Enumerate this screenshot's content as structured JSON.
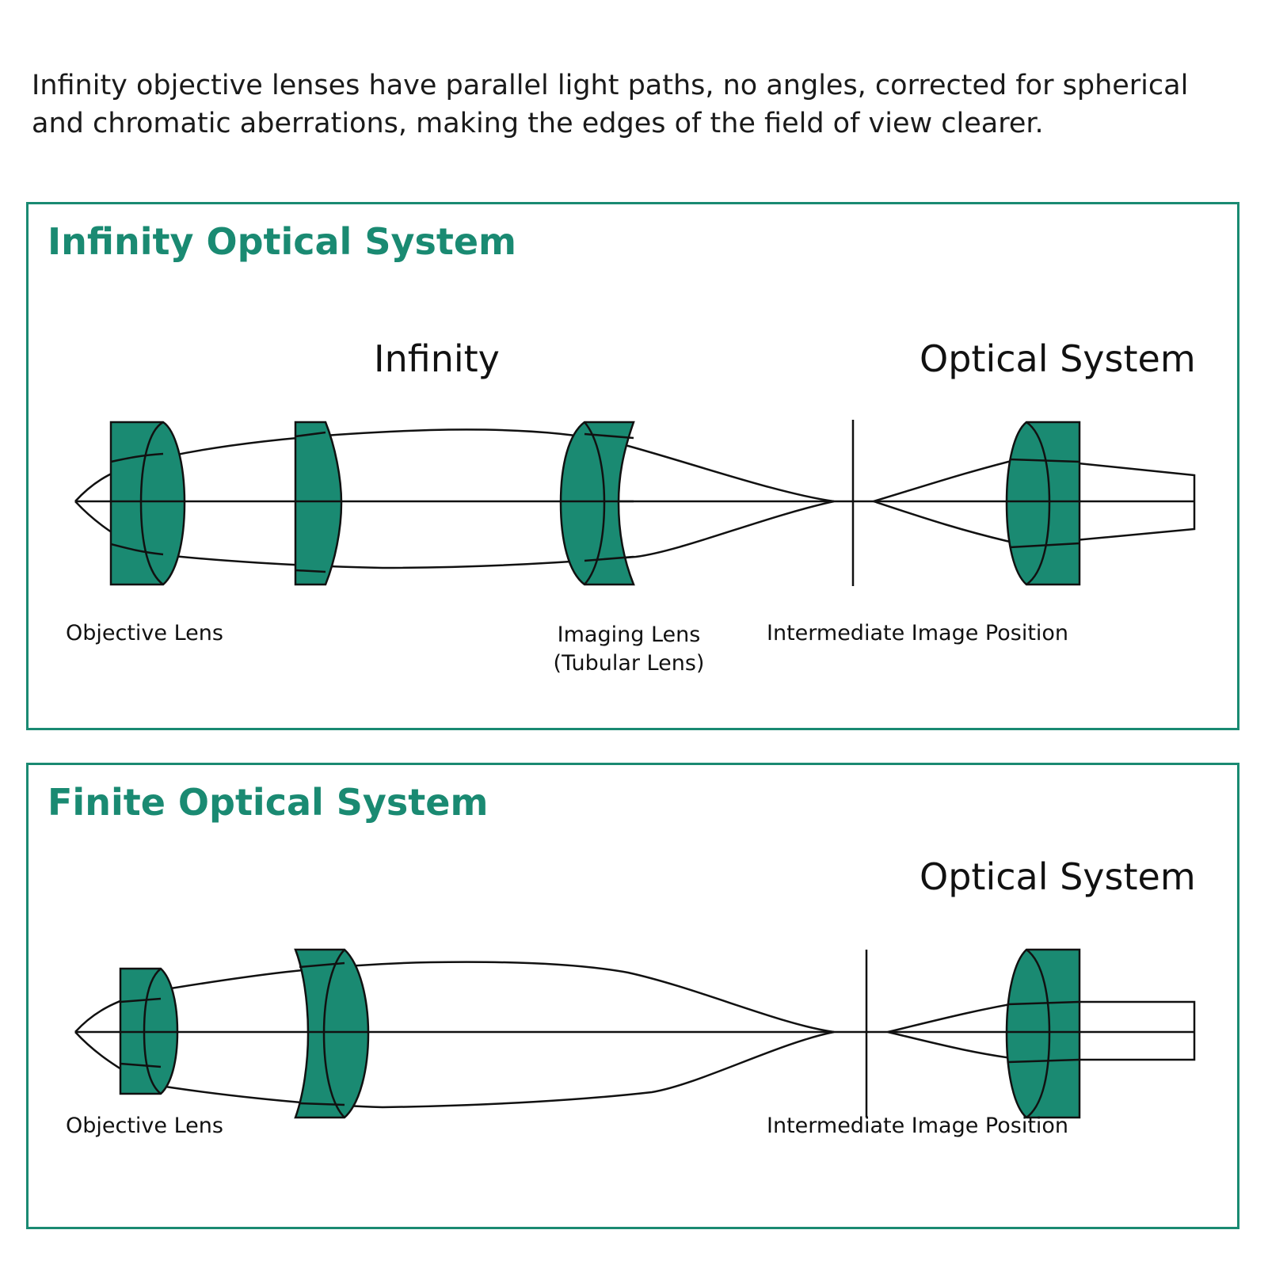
{
  "intro": {
    "line1": "Infinity objective lenses have parallel light paths, no angles, corrected for spherical",
    "line2": "and chromatic aberrations, making the edges of the field of view clearer."
  },
  "infinity_panel": {
    "title": "Infinity Optical System",
    "label_infinity": "Infinity",
    "label_optical_system": "Optical System",
    "label_objective_lens": "Objective Lens",
    "label_imaging_lens_line1": "Imaging Lens",
    "label_imaging_lens_line2": "(Tubular Lens)",
    "label_intermediate_image": "Intermediate Image Position"
  },
  "finite_panel": {
    "title": "Finite Optical System",
    "label_optical_system": "Optical System",
    "label_objective_lens": "Objective Lens",
    "label_intermediate_image": "Intermediate Image Position"
  },
  "colors": {
    "accent": "#1a8a72",
    "lens_fill": "#1a8a72",
    "line": "#111111"
  }
}
